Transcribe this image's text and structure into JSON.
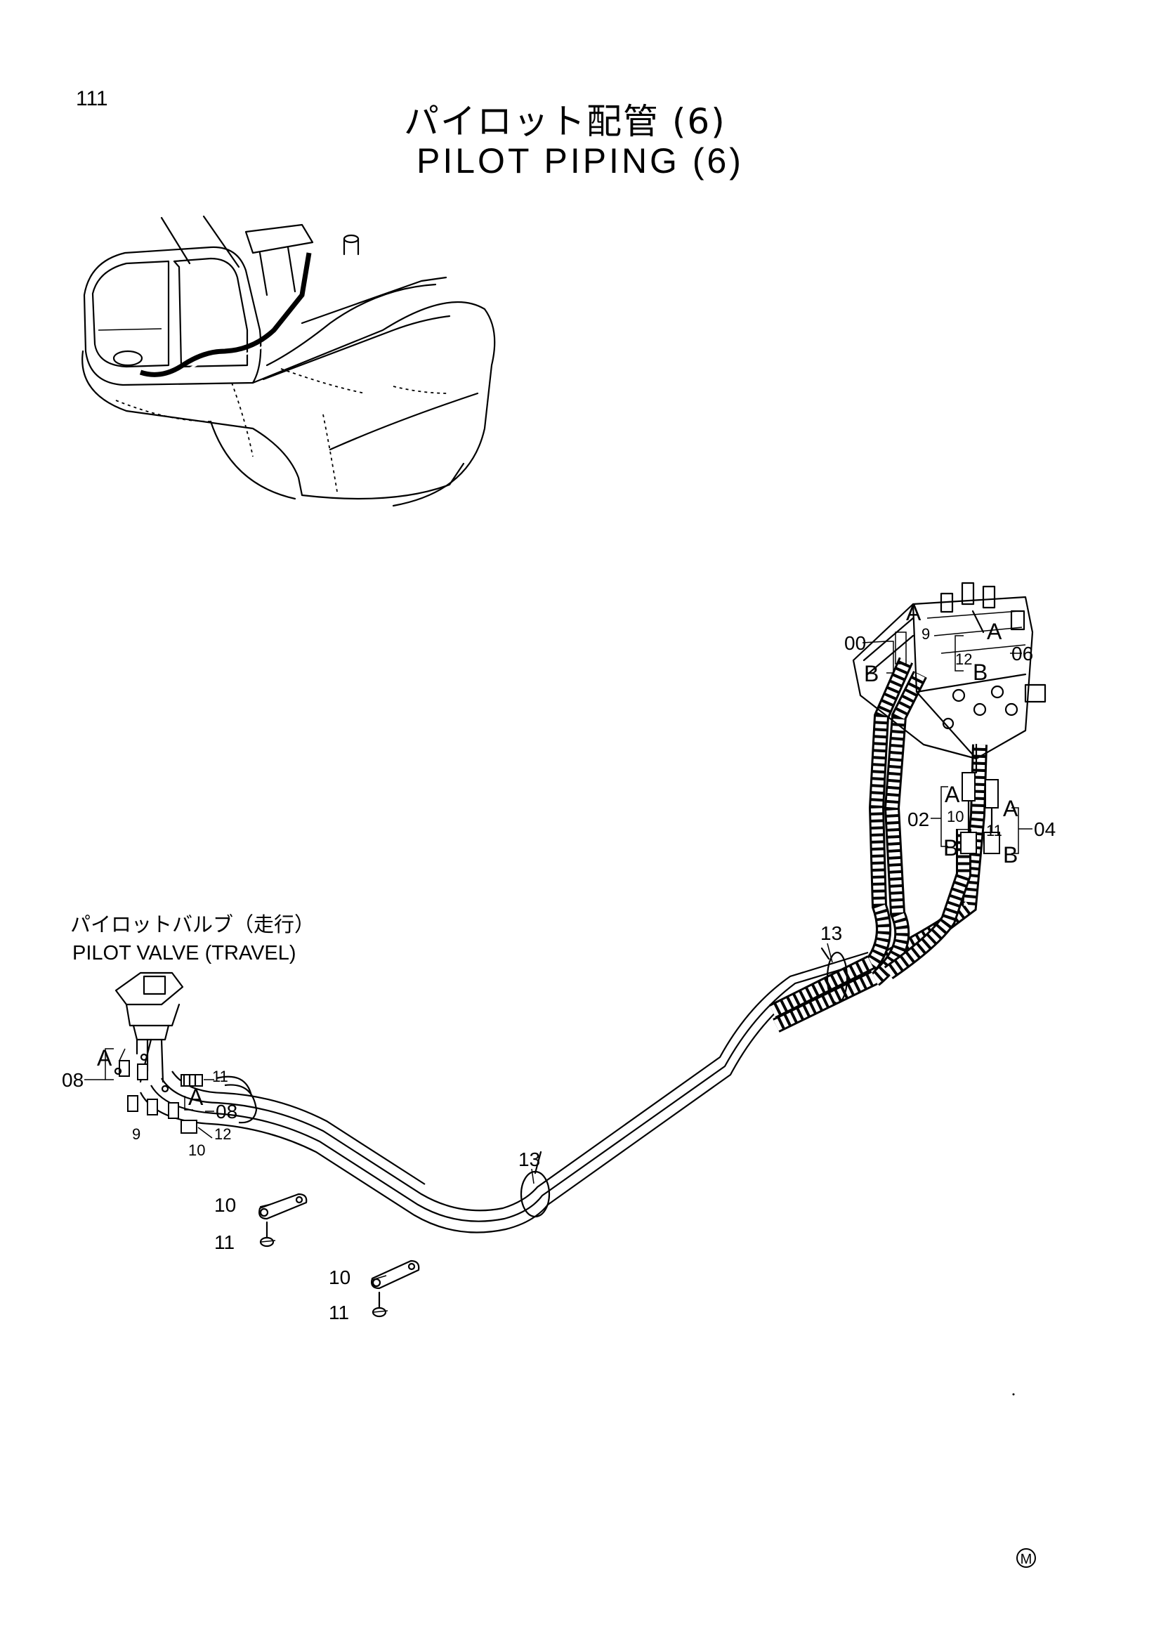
{
  "page_number": "111",
  "title_jp": "パイロット配管 (6)",
  "title_en": "PILOT PIPING (6)",
  "pilot_valve": {
    "label_jp": "パイロットバルブ（走行）",
    "label_en": "PILOT VALVE (TRAVEL)"
  },
  "callouts": {
    "c00": "00",
    "c02": "02",
    "c04": "04",
    "c06": "06",
    "c08_top": "08",
    "c08_mid": "08",
    "c09_valve": "9",
    "c09_block": "9",
    "c10_valve": "10",
    "c10_block": "10",
    "c10_bracket1": "10",
    "c10_bracket2": "10",
    "c11_valve": "11",
    "c11_block": "11",
    "c11_bracket1": "11",
    "c11_bracket2": "11",
    "c12_valve": "12",
    "c12_block": "12",
    "c13_clamp_mid": "13",
    "c13_clamp_right": "13",
    "letter_A": "A",
    "letter_B": "B"
  },
  "mark": "M"
}
